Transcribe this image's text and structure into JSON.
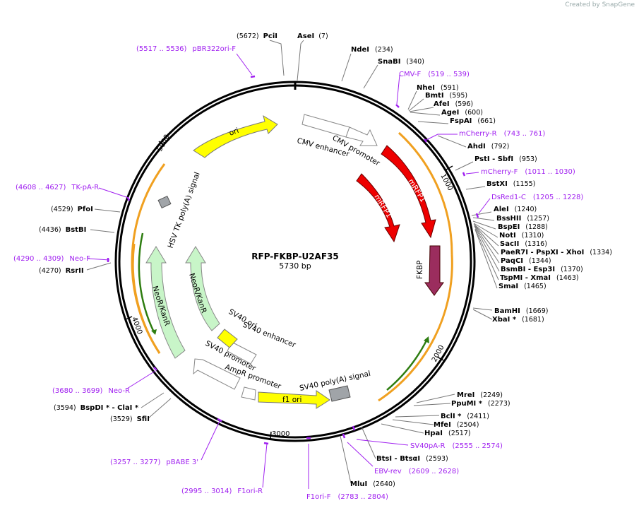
{
  "credit": "Created by SnapGene",
  "plasmid": {
    "name": "RFP-FKBP-U2AF35",
    "length": "5730 bp"
  },
  "ticks": [
    "1000",
    "2000",
    "3000",
    "4000",
    "5000"
  ],
  "enzymes": [
    {
      "name": "PciI",
      "pos": "(5672)"
    },
    {
      "name": "AseI",
      "pos": "(7)"
    },
    {
      "name": "NdeI",
      "pos": "(234)"
    },
    {
      "name": "SnaBI",
      "pos": "(340)"
    },
    {
      "name": "NheI",
      "pos": "(591)"
    },
    {
      "name": "BmtI",
      "pos": "(595)"
    },
    {
      "name": "AfeI",
      "pos": "(596)"
    },
    {
      "name": "AgeI",
      "pos": "(600)"
    },
    {
      "name": "FspAI",
      "pos": "(661)"
    },
    {
      "name": "AhdI",
      "pos": "(792)"
    },
    {
      "name": "PstI  - SbfI",
      "pos": "(953)"
    },
    {
      "name": "BstXI",
      "pos": "(1155)"
    },
    {
      "name": "AleI",
      "pos": "(1240)"
    },
    {
      "name": "BssHII",
      "pos": "(1257)"
    },
    {
      "name": "BspEI",
      "pos": "(1288)"
    },
    {
      "name": "NotI",
      "pos": "(1310)"
    },
    {
      "name": "SacII",
      "pos": "(1316)"
    },
    {
      "name": "PaeR7I  - PspXI  - XhoI",
      "pos": "(1334)"
    },
    {
      "name": "PaqCI",
      "pos": "(1344)"
    },
    {
      "name": "BsmBI  - Esp3I",
      "pos": "(1370)"
    },
    {
      "name": "TspMI  - XmaI",
      "pos": "(1463)"
    },
    {
      "name": "SmaI",
      "pos": "(1465)"
    },
    {
      "name": "BamHI",
      "pos": "(1669)"
    },
    {
      "name": "XbaI *",
      "pos": "(1681)"
    },
    {
      "name": "MreI",
      "pos": "(2249)"
    },
    {
      "name": "PpuMI *",
      "pos": "(2273)"
    },
    {
      "name": "BclI *",
      "pos": "(2411)"
    },
    {
      "name": "MfeI",
      "pos": "(2504)"
    },
    {
      "name": "HpaI",
      "pos": "(2517)"
    },
    {
      "name": "BtsI  - BtsαI",
      "pos": "(2593)"
    },
    {
      "name": "MluI",
      "pos": "(2640)"
    },
    {
      "name": "BspDI *  - ClaI *",
      "pos": "(3594)"
    },
    {
      "name": "SfiI",
      "pos": "(3529)"
    },
    {
      "name": "RsrII",
      "pos": "(4270)"
    },
    {
      "name": "BstBI",
      "pos": "(4436)"
    },
    {
      "name": "PfoI",
      "pos": "(4529)"
    }
  ],
  "primers": [
    {
      "name": "pBR322ori-F",
      "range": "(5517 .. 5536)"
    },
    {
      "name": "CMV-F",
      "range": "(519 .. 539)"
    },
    {
      "name": "mCherry-R",
      "range": "(743 .. 761)"
    },
    {
      "name": "mCherry-F",
      "range": "(1011 .. 1030)"
    },
    {
      "name": "DsRed1-C",
      "range": "(1205 .. 1228)"
    },
    {
      "name": "SV40pA-R",
      "range": "(2555 .. 2574)"
    },
    {
      "name": "EBV-rev",
      "range": "(2609 .. 2628)"
    },
    {
      "name": "F1ori-F",
      "range": "(2783 .. 2804)"
    },
    {
      "name": "F1ori-R",
      "range": "(2995 .. 3014)"
    },
    {
      "name": "pBABE 3'",
      "range": "(3257 .. 3277)"
    },
    {
      "name": "Neo-R",
      "range": "(3680 .. 3699)"
    },
    {
      "name": "Neo-F",
      "range": "(4290 .. 4309)"
    },
    {
      "name": "TK-pA-R",
      "range": "(4608 .. 4627)"
    }
  ],
  "features": {
    "ori": "ori",
    "cmv_enhancer": "CMV enhancer",
    "cmv_promoter": "CMV promoter",
    "mrfp1_outer": "mRFP1",
    "mrfp1_inner": "mRFP1",
    "fkbp": "FKBP",
    "sv40_polya": "SV40 poly(A) signal",
    "f1_ori": "f1 ori",
    "ampr_promoter": "AmpR promoter",
    "sv40_promoter": "SV40 promoter",
    "sv40_enhancer": "SV40 enhancer",
    "sv40_ori": "SV40 ori",
    "neor_outer": "NeoR/KanR",
    "neor_inner": "NeoR/KanR",
    "hsv_tk": "HSV TK poly(A) signal"
  },
  "colors": {
    "ori": "#ffff00",
    "mrfp1": "#ee0000",
    "fkbp": "#9b2d5e",
    "neor": "#c8f5c8",
    "gray": "#a0a4a8",
    "orange": "#f0a020",
    "green": "#2e7d10",
    "primer": "#a020f0"
  }
}
